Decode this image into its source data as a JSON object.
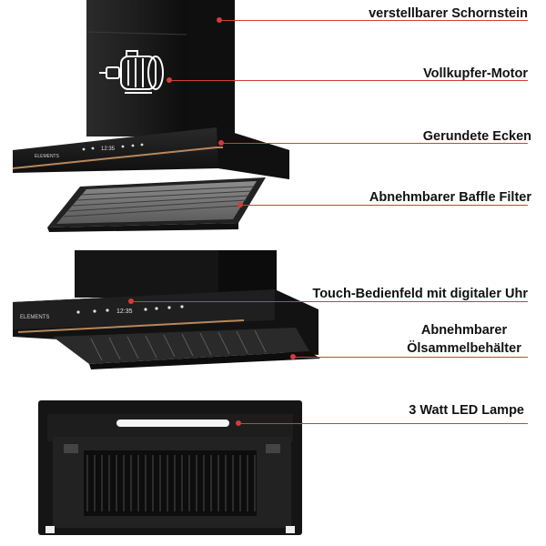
{
  "brand_logo_text": "ELEMENTS",
  "display_time": "12:35",
  "accent_color": "#d63b3b",
  "body_color": "#151515",
  "trim_color": "#b8875a",
  "motor_icon_color": "#ffffff",
  "callouts": [
    {
      "id": "chimney",
      "text": "verstellbarer Schornstein"
    },
    {
      "id": "motor",
      "text": "Vollkupfer-Motor"
    },
    {
      "id": "corners",
      "text": "Gerundete Ecken"
    },
    {
      "id": "baffle",
      "text": "Abnehmbarer Baffle Filter"
    },
    {
      "id": "touch",
      "text": "Touch-Bedienfeld mit digitaler Uhr"
    },
    {
      "id": "oil",
      "line1": "Abnehmbarer",
      "line2": "Ölsammelbehälter"
    },
    {
      "id": "led",
      "text": "3 Watt LED Lampe"
    }
  ]
}
